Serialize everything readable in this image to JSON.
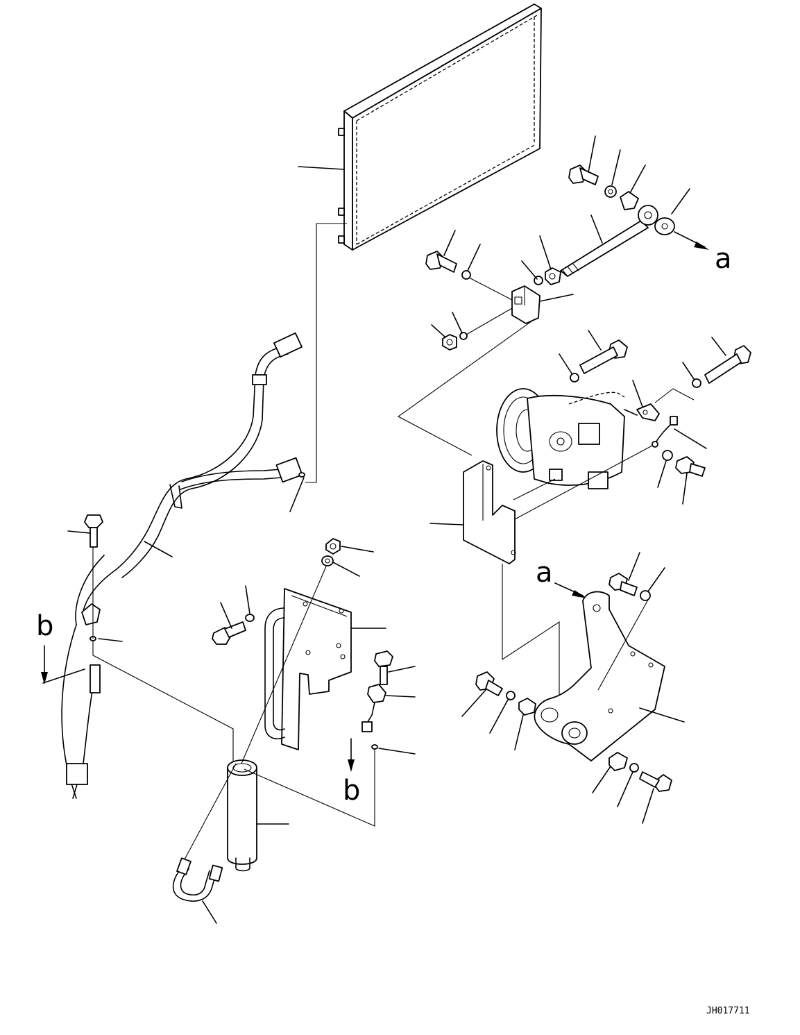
{
  "diagram": {
    "view_labels": {
      "a_top": "a",
      "a_bottom": "a",
      "b_left": "b",
      "b_bottom": "b"
    },
    "drawing_code": "JH017711"
  }
}
